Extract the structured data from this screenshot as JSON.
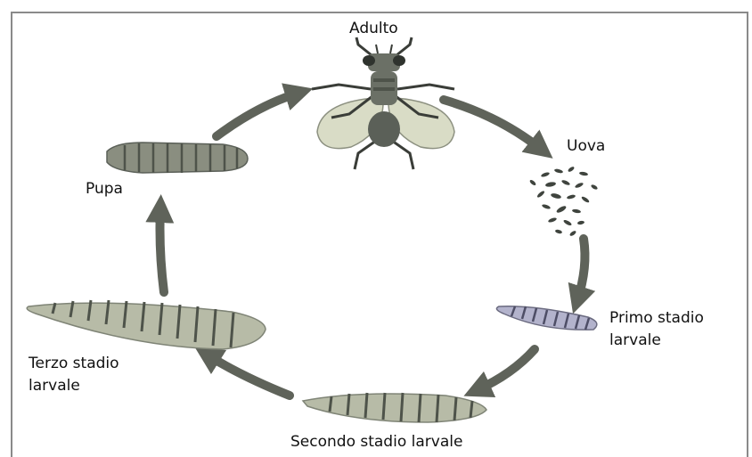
{
  "labels": {
    "adult": "Adulto",
    "eggs": "Uova",
    "first_instar": [
      "Primo stadio",
      "larvale"
    ],
    "second_instar": "Secondo stadio larvale",
    "third_instar": [
      "Terzo stadio",
      "larvale"
    ],
    "pupa": "Pupa"
  },
  "colors": {
    "arrow": "#5f635a",
    "body_dark": "#6b7066",
    "wing": "#d9dcc6",
    "larva_fill": "#b7bba7",
    "larva_stripe": "#4e534a",
    "first_instar_fill": "#b3b3cc",
    "egg": "#3f443e"
  }
}
